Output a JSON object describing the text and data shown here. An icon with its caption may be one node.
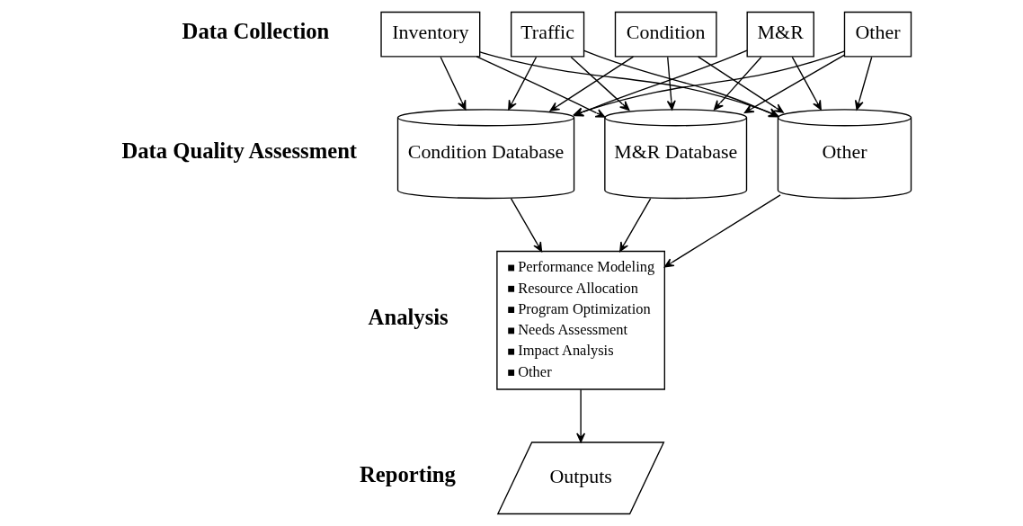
{
  "diagram": {
    "nodes": [
      {
        "text": [
          "Inventory"
        ]
      },
      {
        "text": [
          "Traffic"
        ]
      },
      {
        "text": [
          "Condition"
        ]
      },
      {
        "text": [
          "M&R"
        ]
      },
      {
        "text": [
          "Other"
        ]
      },
      {
        "text": [
          "Condition Database"
        ]
      },
      {
        "text": [
          "M&R Database"
        ]
      },
      {
        "text": [
          "Other"
        ]
      },
      {
        "text": [
          "Performance Modeling",
          "Resource Allocation",
          "Program Optimization",
          "Needs Assessment",
          "Impact Analysis",
          "Other"
        ]
      },
      {
        "text": [
          "Outputs"
        ]
      }
    ],
    "edges": [
      {
        "from": 0,
        "to": 5,
        "arrow": "to"
      },
      {
        "from": 0,
        "to": 6,
        "arrow": "to"
      },
      {
        "from": 0,
        "to": 7,
        "arrow": "to"
      },
      {
        "from": 1,
        "to": 5,
        "arrow": "to"
      },
      {
        "from": 1,
        "to": 6,
        "arrow": "to"
      },
      {
        "from": 1,
        "to": 7,
        "arrow": "to"
      },
      {
        "from": 2,
        "to": 5,
        "arrow": "to"
      },
      {
        "from": 2,
        "to": 6,
        "arrow": "to"
      },
      {
        "from": 2,
        "to": 7,
        "arrow": "to"
      },
      {
        "from": 3,
        "to": 5,
        "arrow": "to"
      },
      {
        "from": 3,
        "to": 6,
        "arrow": "to"
      },
      {
        "from": 3,
        "to": 7,
        "arrow": "to"
      },
      {
        "from": 4,
        "to": 5,
        "arrow": "to"
      },
      {
        "from": 4,
        "to": 6,
        "arrow": "to"
      },
      {
        "from": 4,
        "to": 7,
        "arrow": "to"
      },
      {
        "from": 5,
        "to": 8,
        "arrow": "to"
      },
      {
        "from": 6,
        "to": 8,
        "arrow": "to"
      },
      {
        "from": 7,
        "to": 8,
        "arrow": "to"
      },
      {
        "from": 8,
        "to": 9,
        "arrow": "to"
      }
    ],
    "labels": [
      "Data Collection",
      "Data Quality Assessment",
      "Analysis",
      "Reporting"
    ]
  }
}
